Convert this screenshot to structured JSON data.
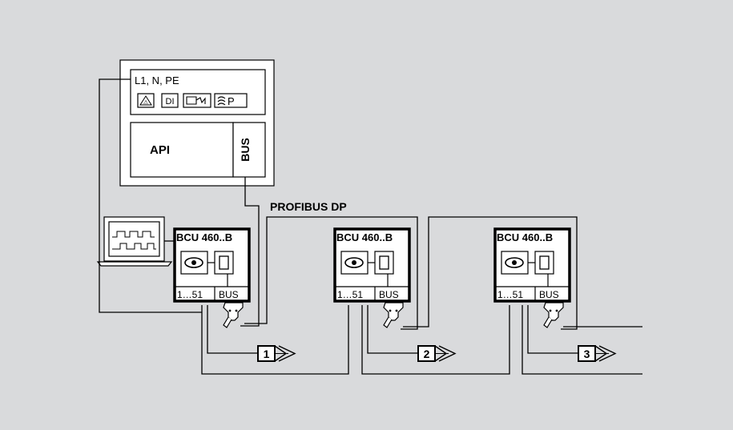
{
  "plc": {
    "power_label": "L1, N, PE",
    "icon_labels": [
      "⚠",
      "DI",
      "",
      "P"
    ],
    "api_label": "API",
    "bus_label": "BUS"
  },
  "network_label": "PROFIBUS DP",
  "devices": [
    {
      "name": "BCU 460..B",
      "term_left": "1…51",
      "term_right": "BUS",
      "burner_number": "1"
    },
    {
      "name": "BCU 460..B",
      "term_left": "1…51",
      "term_right": "BUS",
      "burner_number": "2"
    },
    {
      "name": "BCU 460..B",
      "term_left": "1…51",
      "term_right": "BUS",
      "burner_number": "3"
    }
  ],
  "colors": {
    "background": "#d9dadc",
    "box_fill": "#ffffff",
    "line": "#000000"
  }
}
